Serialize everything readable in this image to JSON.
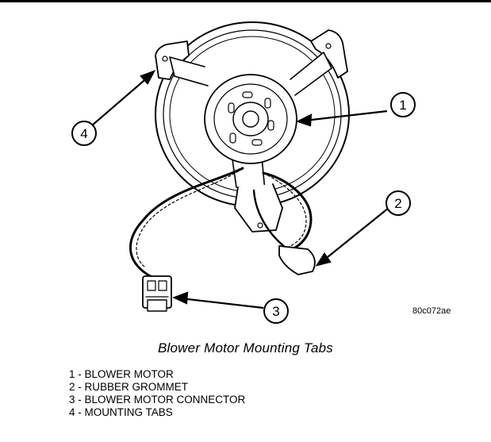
{
  "figure_code": "80c072ae",
  "caption": "Blower Motor Mounting Tabs",
  "callouts": [
    "1",
    "2",
    "3",
    "4"
  ],
  "legend": [
    "1 - BLOWER MOTOR",
    "2 - RUBBER GROMMET",
    "3 - BLOWER MOTOR CONNECTOR",
    "4 - MOUNTING TABS"
  ]
}
